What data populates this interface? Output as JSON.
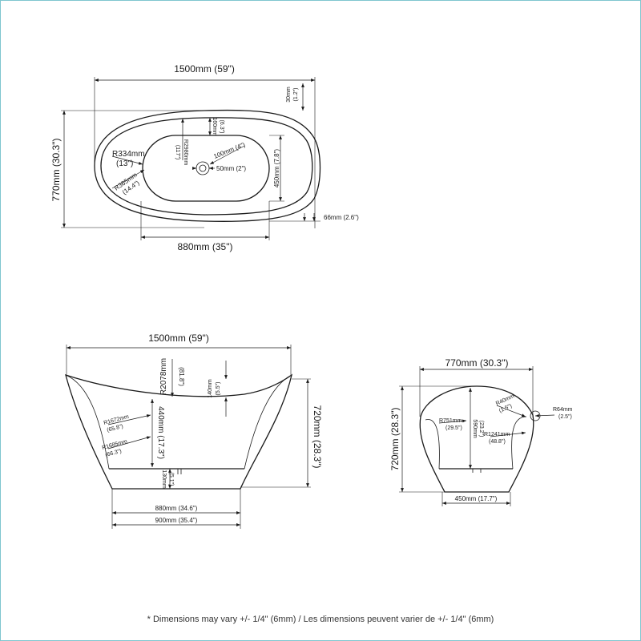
{
  "top_view": {
    "overall_length": "1500mm (59\")",
    "overall_width": "770mm (30.3\")",
    "bottom_length": "880mm (35\")",
    "rim_offset": "66mm (2.6\")",
    "rim_top_mm": "30mm",
    "rim_top_in": "(1.2\")",
    "radius_outer_mm": "R334mm",
    "radius_outer_in": "(13\")",
    "radius_inner_mm": "R365mm",
    "radius_inner_in": "(14.4\")",
    "radius_floor_mm": "R2980mm",
    "radius_floor_in": "(117\")",
    "inner_width": "450mm (7.8\")",
    "gap_mm": "160mm",
    "gap_in": "(6.3\")",
    "drain_offset": "100mm (4\")",
    "drain_size": "50mm (2\")"
  },
  "side_view": {
    "overall_length": "1500mm (59\")",
    "overall_height": "720mm (28.3\")",
    "rim_radius_mm": "R2078mm",
    "rim_radius_in": "(81.8\")",
    "rim_dip_mm": "140mm",
    "rim_dip_in": "(5.5\")",
    "inner_depth": "440mm (17.3\")",
    "base_height_mm": "130mm",
    "base_height_in": "(5.1\")",
    "radius_a_mm": "R1672mm",
    "radius_a_in": "(65.8\")",
    "radius_b_mm": "R1685mm",
    "radius_b_in": "(66.3\")",
    "bottom_inner": "880mm (34.6\")",
    "bottom_outer": "900mm (35.4\")"
  },
  "end_view": {
    "overall_width": "770mm (30.3\")",
    "overall_height": "720mm (28.3\")",
    "base_width": "450mm (17.7\")",
    "inner_height_mm": "590mm",
    "inner_height_in": "(23.2\")",
    "radius_inner_mm": "R751mm",
    "radius_inner_in": "(29.5\")",
    "radius_side_mm": "R1241mm",
    "radius_side_in": "(48.8\")",
    "radius_lip_mm": "R40mm",
    "radius_lip_in": "(1.5\")",
    "radius_top_mm": "R64mm",
    "radius_top_in": "(2.5\")"
  },
  "footer_note": "* Dimensions may vary +/- 1/4\" (6mm) / Les dimensions peuvent varier de +/- 1/4\" (6mm)"
}
